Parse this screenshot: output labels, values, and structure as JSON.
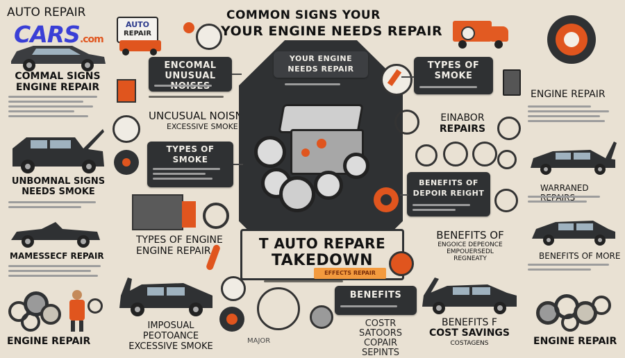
{
  "top_left_title": "AUTO REPAIR",
  "logo": {
    "main": "CARS",
    "suffix": ".com"
  },
  "badge": {
    "line1": "AUTO",
    "line2": "REPAIR"
  },
  "header": {
    "line1": "COMMON SIGNS YOUR",
    "line2": "YOUR ENGINE NEEDS REPAIR"
  },
  "left": {
    "b1": {
      "line1": "COMMAL SIGNS",
      "line2": "ENGINE REPAIR"
    },
    "b2": {
      "line1": "UNBOMNAL SIGNS",
      "line2": "NEEDS SMOKE"
    },
    "b3": "MAMESSECF REPAIR",
    "b4": "ENGINE REPAIR"
  },
  "center": {
    "panel_noises": {
      "line1": "ENCOMAL",
      "line2": "UNUSUAL NOISES"
    },
    "unusual_noises": {
      "line1": "UNCUSUAL NOISNES",
      "line2": "EXCESSIVE SMOKE"
    },
    "panel_types": {
      "line1": "TYPES OF",
      "line2": "SMOKE"
    },
    "types_engine": {
      "line1": "TYPES OF ENGINE",
      "line2": "ENGINE REPAIR"
    },
    "imposal": {
      "line1": "IMPOSUAL PEOTOANCE",
      "line2": "EXCESSIVE SMOKE"
    },
    "engine_panel_title": {
      "line1": "YOUR ENGINE",
      "line2": "NEEDS REPAIR"
    },
    "takedown": {
      "line1": "T AUTO REPARE",
      "line2": "TAKEDOWN"
    },
    "ribbon": "EFFECTS REPAIR",
    "benefits_panel": "BENEFITS",
    "cost": {
      "line1": "COSTR SATOORS",
      "line2": "COPAIR SEPINTS"
    },
    "major": "MAJOR"
  },
  "right": {
    "panel_smoke": {
      "line1": "TYPES OF",
      "line2": "SMOKE"
    },
    "einabor": {
      "line1": "EINABOR",
      "line2": "REPAIRS"
    },
    "panel_repair": {
      "line1": "BENEFITS OF",
      "line2": "DEPOIR REIGHT"
    },
    "benefits_of": {
      "line1": "BENEFITS OF",
      "line2": "ENGOICE DEPEONCE",
      "line3": "EMPOUERSEDL REGNEATY"
    },
    "benefits_cost": {
      "line1": "BENEFITS F",
      "line2": "COST SAVINGS",
      "line3": "COSTAGENS"
    },
    "engine_repair_top": "ENGINE REPAIR",
    "warranted": "WARRANED REPAIRS",
    "benefits_of_more": "BENEFITS OF MORE",
    "engine_repair_bottom": "ENGINE REPAIR"
  },
  "colors": {
    "accent": "#e0551e",
    "panel": "#2f3133",
    "background": "#e9e1d3",
    "logo_blue": "#3a3fd6"
  }
}
